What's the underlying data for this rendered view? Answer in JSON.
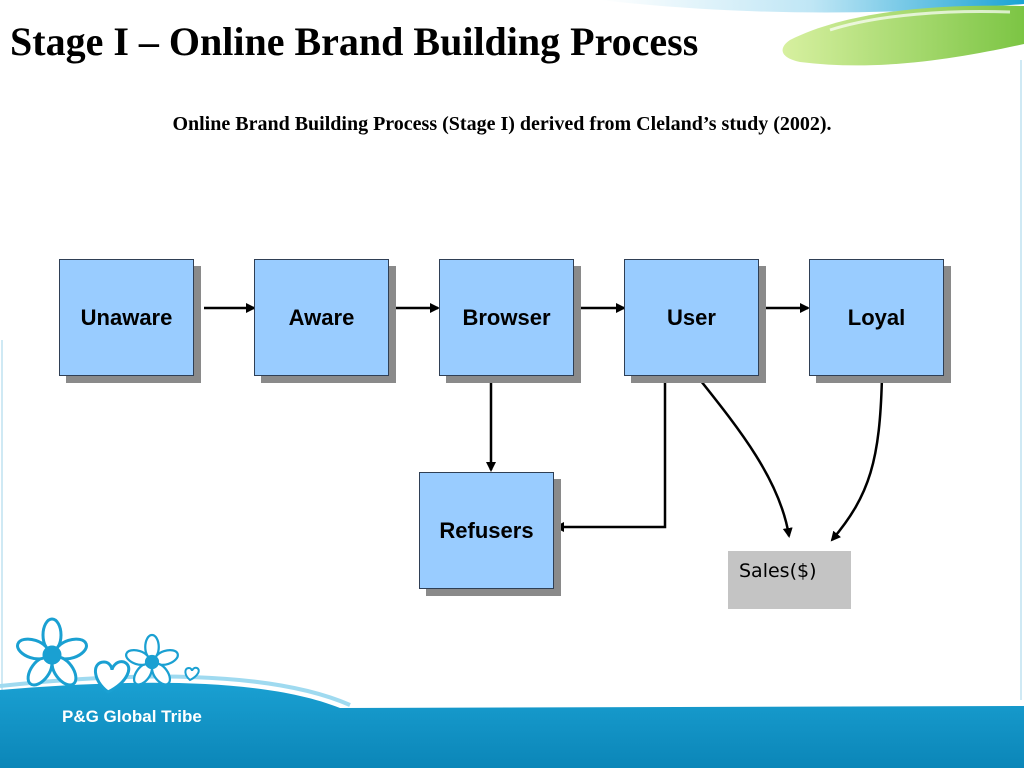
{
  "slide": {
    "title": "Stage I – Online Brand Building Process",
    "subtitle": "Online Brand Building Process (Stage I) derived from Cleland’s study (2002)."
  },
  "diagram": {
    "stages": [
      "Unaware",
      "Aware",
      "Browser",
      "User",
      "Loyal"
    ],
    "refusers": "Refusers",
    "sales": "Sales($)"
  },
  "footer": {
    "brand": "P&G Global Tribe"
  },
  "colors": {
    "box_fill": "#99ccff",
    "box_shadow": "#8a8a8a",
    "sales_fill": "#c4c4c4",
    "teal_band": "#0e92c4",
    "green_swoosh": "#8dcf4e"
  }
}
